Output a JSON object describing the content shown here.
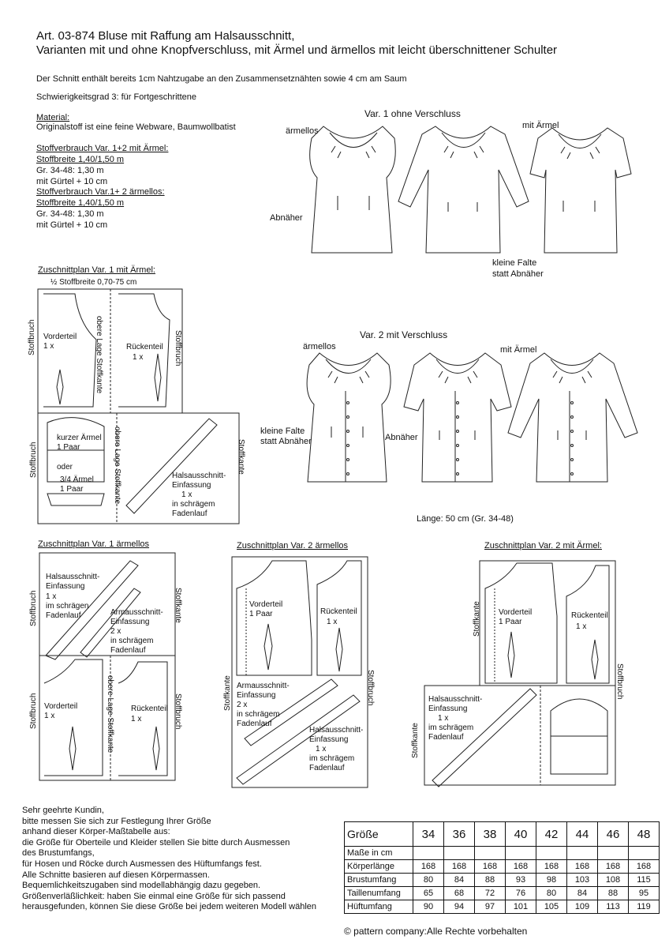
{
  "header": {
    "title_line1": "Art. 03-874 Bluse mit Raffung am Halsausschnitt,",
    "title_line2": "Varianten mit und ohne Knopfverschluss, mit  Ärmel und ärmellos mit leicht überschnittener Schulter",
    "seam_note": "Der Schnitt enthält bereits 1cm Nahtzugabe an den Zusammensetznähten sowie 4 cm am Saum",
    "difficulty": "Schwierigkeitsgrad 3: für Fortgeschrittene"
  },
  "material": {
    "heading": "Material:",
    "fabric": "Originalstoff ist eine feine Webware, Baumwollbatist",
    "usage1_heading": "Stoffverbrauch Var. 1+2 mit Ärmel:",
    "usage1_width": "Stoffbreite 1,40/1,50 m",
    "usage1_size": "Gr. 34-48: 1,30 m",
    "usage1_belt": "mit Gürtel + 10 cm",
    "usage2_heading": "Stoffverbrauch Var.1+ 2 ärmellos:",
    "usage2_width": "Stoffbreite 1,40/1,50 m",
    "usage2_size": "Gr. 34-48: 1,30 m",
    "usage2_belt": "mit Gürtel + 10 cm"
  },
  "illustrations": {
    "var1_title": "Var. 1 ohne Verschluss",
    "sleeveless": "ärmellos",
    "with_sleeve": "mit Ärmel",
    "dart": "Abnäher",
    "small_pleat_1": "kleine Falte",
    "small_pleat_2": "statt Abnäher",
    "var2_title": "Var. 2 mit Verschluss",
    "length": "Länge: 50 cm (Gr. 34-48)"
  },
  "plan1": {
    "title": "Zuschnittplan Var. 1 mit Ärmel:",
    "half_width": "½ Stoffbreite  0,70-75 cm",
    "fold": "Stoffbruch",
    "front": "Vorderteil",
    "back": "Rückenteil",
    "one": "1 x",
    "upper_layer": "obere Lage Stoffkante",
    "short_sleeve": "kurzer Ärmel",
    "one_pair": "1 Paar",
    "or": "oder",
    "three_quarter": "3/4 Ärmel",
    "neck_binding": "Halsausschnitt-",
    "binding": "Einfassung",
    "bias": "in schrägem",
    "grain": "Fadenlauf",
    "selvage": "Stoffkante"
  },
  "plan2": {
    "title": "Zuschnittplan Var. 1 ärmellos",
    "neck_binding": "Halsausschnitt-",
    "binding": "Einfassung",
    "one": "1 x",
    "bias_im": "im schrägen",
    "grain": "Fadenlauf",
    "arm_binding": "Armausschnitt-",
    "two": "2 x",
    "bias_in": "in schrägem",
    "fold": "Stoffbruch",
    "selvage": "Stoffkante",
    "front": "Vorderteil",
    "back": "Rückenteil",
    "upper_layer": "obere Lage Stoffkante"
  },
  "plan3": {
    "title": "Zuschnittplan Var. 2 ärmellos",
    "front": "Vorderteil",
    "one_pair": "1 Paar",
    "back": "Rückenteil",
    "one": "1 x",
    "selvage": "Stoffkante",
    "fold": "Stoffbruch",
    "arm_binding": "Armausschnitt-",
    "binding": "Einfassung",
    "two": "2 x",
    "bias_in": "in schrägem",
    "grain": "Fadenlauf",
    "neck_binding": "Halsausschnitt-",
    "bias_im": "im schrägem"
  },
  "plan4": {
    "title": "Zuschnittplan Var. 2 mit Ärmel:",
    "selvage": "Stoffkante",
    "front": "Vorderteil",
    "one_pair": "1 Paar",
    "back": "Rückenteil",
    "one": "1 x",
    "fold": "Stoffbruch",
    "neck_binding": "Halsausschnitt-",
    "binding": "Einfassung",
    "bias_im": "im schrägem",
    "grain": "Fadenlauf"
  },
  "customer": {
    "lines": [
      "Sehr geehrte Kundin,",
      "bitte messen Sie sich zur Festlegung Ihrer Größe",
      "anhand dieser Körper-Maßtabelle aus:",
      "die Größe für Oberteile und Kleider stellen Sie bitte durch Ausmessen",
      "des Brustumfangs,",
      "für Hosen und Röcke durch Ausmessen des Hüftumfangs fest.",
      "Alle Schnitte basieren auf diesen Körpermassen.",
      "Bequemlichkeitszugaben sind modellabhängig dazu gegeben.",
      "Größenverläßlichkeit: haben Sie einmal eine Größe für sich passend",
      "herausgefunden, können Sie diese Größe bei jedem weiteren Modell wählen"
    ]
  },
  "size_table": {
    "header_label": "Größe",
    "sizes": [
      "34",
      "36",
      "38",
      "40",
      "42",
      "44",
      "46",
      "48"
    ],
    "unit_label": "Maße in cm",
    "rows": [
      {
        "label": "Körperlänge",
        "values": [
          "168",
          "168",
          "168",
          "168",
          "168",
          "168",
          "168",
          "168"
        ]
      },
      {
        "label": "Brustumfang",
        "values": [
          "80",
          "84",
          "88",
          "93",
          "98",
          "103",
          "108",
          "115"
        ]
      },
      {
        "label": "Taillenumfang",
        "values": [
          "65",
          "68",
          "72",
          "76",
          "80",
          "84",
          "88",
          "95"
        ]
      },
      {
        "label": "Hüftumfang",
        "values": [
          "90",
          "94",
          "97",
          "101",
          "105",
          "109",
          "113",
          "119"
        ]
      }
    ]
  },
  "footer": {
    "copyright": "© pattern company:Alle Rechte vorbehalten"
  }
}
